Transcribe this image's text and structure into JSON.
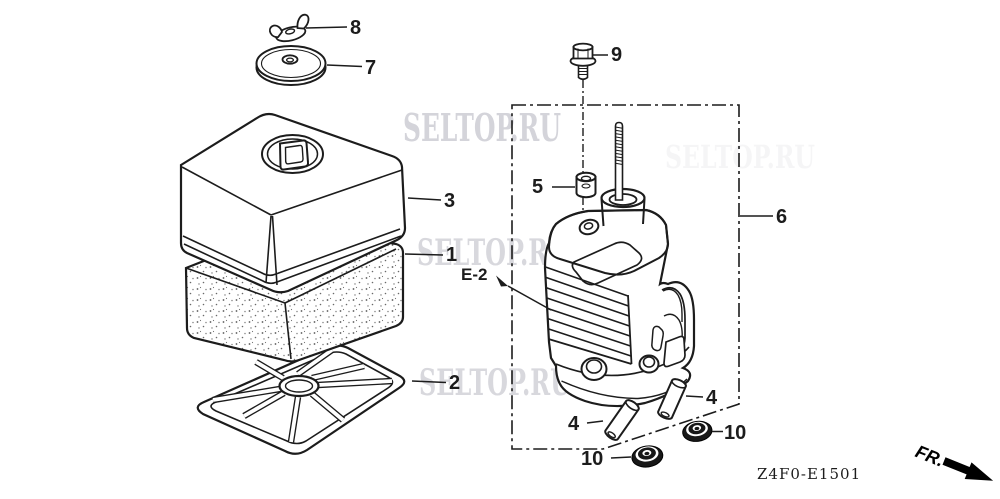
{
  "watermark": {
    "text": "SELTOP.RU"
  },
  "callouts": {
    "part1": "1",
    "part2": "2",
    "part3": "3",
    "part4": "4",
    "part5": "5",
    "part6": "6",
    "part7": "7",
    "part8": "8",
    "part9": "9",
    "part10": "10",
    "reference_e2": "E-2"
  },
  "footer": {
    "diagram_code": "Z4F0-E1501",
    "front_indicator": "FR."
  },
  "colors": {
    "line": "#1c1c1c",
    "background": "#ffffff",
    "watermark": "#b2b2bd"
  }
}
